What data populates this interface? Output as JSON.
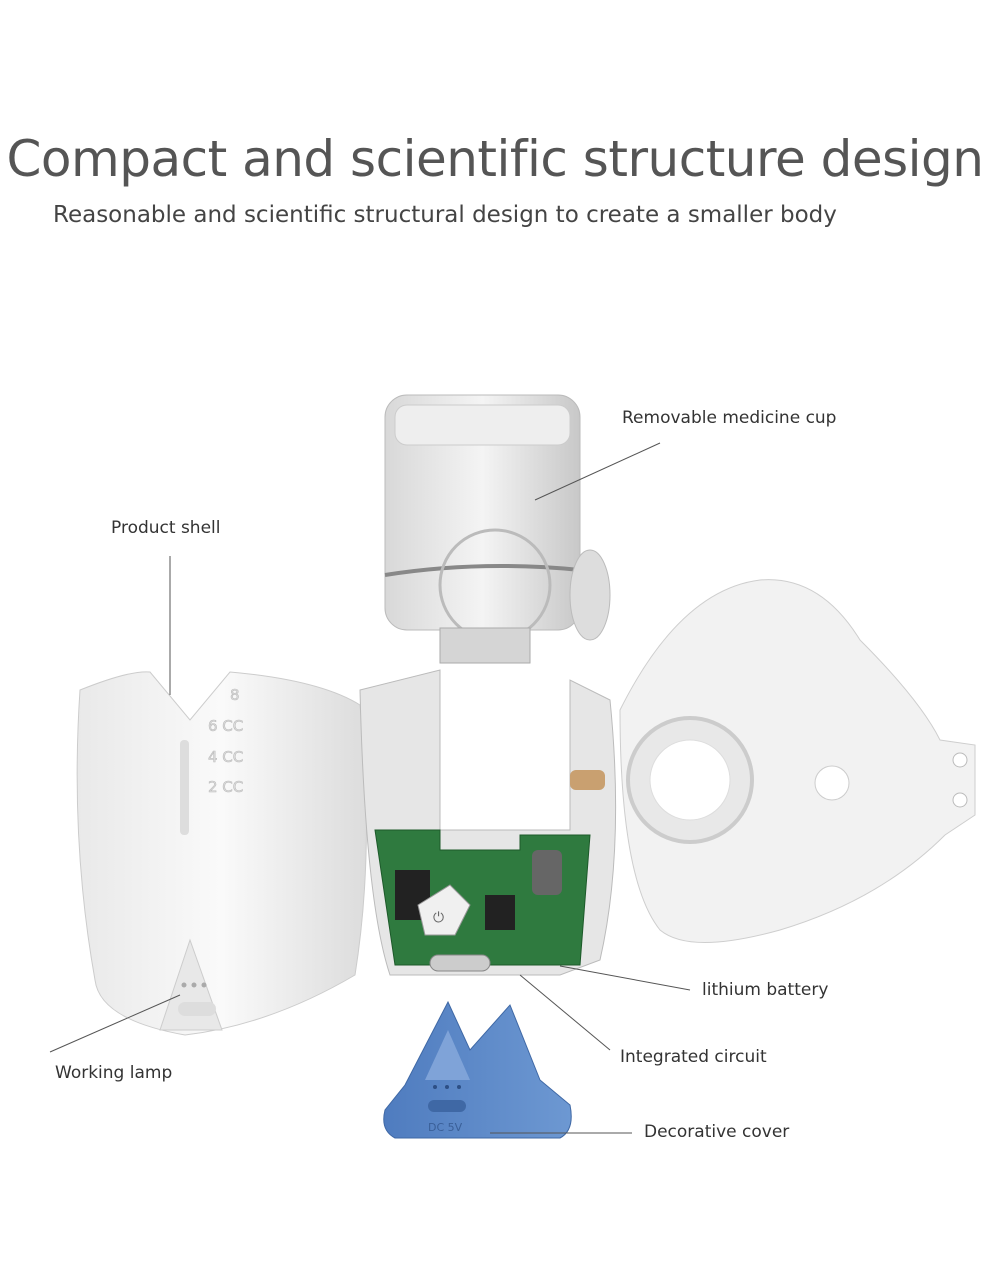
{
  "header": {
    "title": "Compact and scientific structure design",
    "subtitle": "Reasonable and scientific structural design to create a smaller body"
  },
  "labels": {
    "medicine_cup": "Removable medicine cup",
    "product_shell": "Product shell",
    "lithium_battery": "lithium battery",
    "integrated_circuit": "Integrated circuit",
    "decorative_cover": "Decorative cover",
    "working_lamp": "Working lamp"
  },
  "shell_markings": [
    "8",
    "6 CC",
    "4 CC",
    "2 CC"
  ],
  "cover_marking": "DC 5V",
  "colors": {
    "title": "#555555",
    "cover_blue": "#5b86c4",
    "pcb_green": "#2f7a3f"
  }
}
